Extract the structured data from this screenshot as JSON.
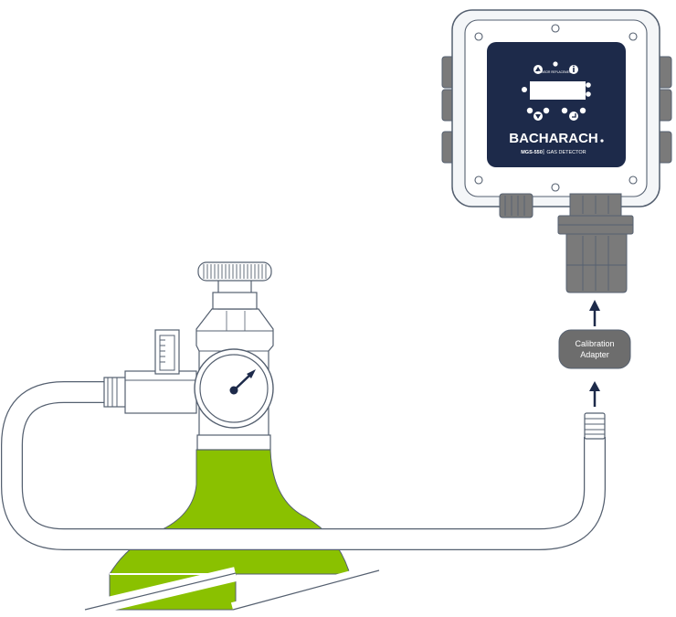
{
  "detector": {
    "brand": "BACHARACH",
    "model": "MGS-550",
    "type_label": "GAS DETECTOR",
    "small_panel_text": "SENSOR REPLACEMENT"
  },
  "adapter": {
    "label_line1": "Calibration",
    "label_line2": "Adapter"
  },
  "colors": {
    "cylinder_green": "#8ac100",
    "panel_navy": "#1d2a4a",
    "outline": "#556070",
    "adapter_fill": "#6d6d6d",
    "enclosure_fill": "#f4f6f8",
    "gland_fill": "#7a7a7a"
  },
  "icons": [
    "up-arrow-icon",
    "info-icon",
    "down-arrow-icon",
    "enter-icon"
  ]
}
